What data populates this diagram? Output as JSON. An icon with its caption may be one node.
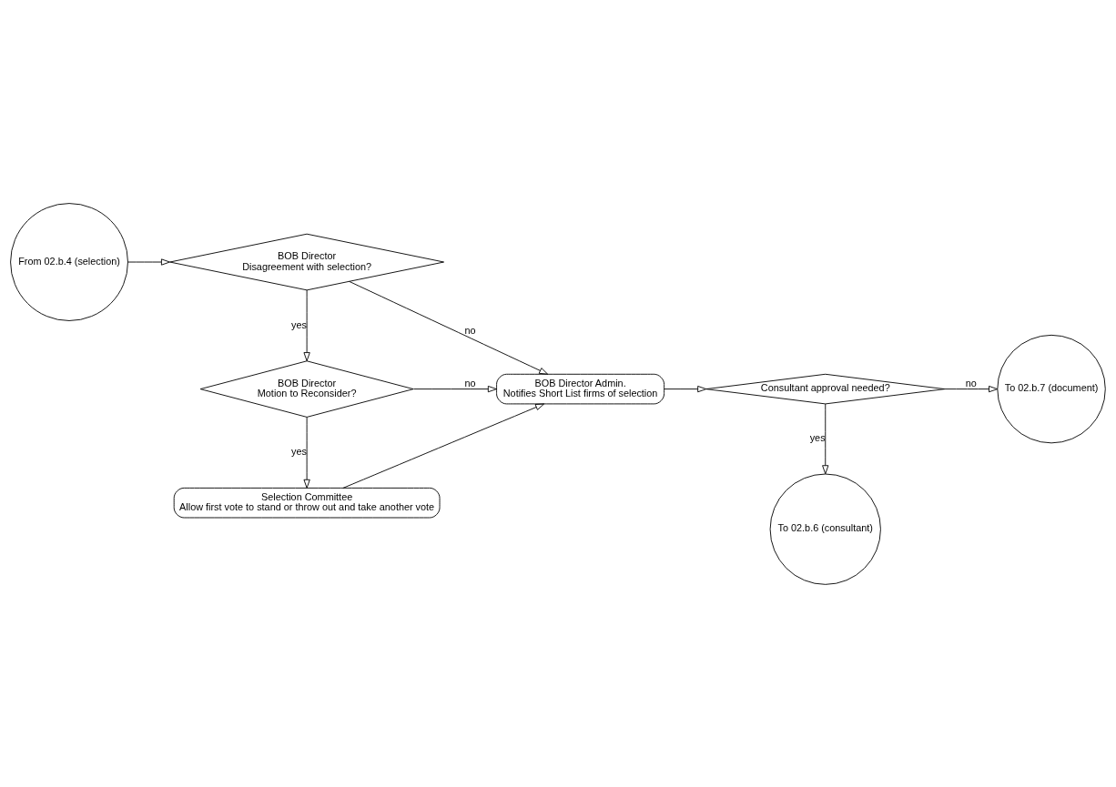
{
  "diagram": {
    "nodes": [
      {
        "text": [
          "From 02.b.4 (selection)"
        ]
      },
      {
        "text": [
          "BOB Director",
          "Disagreement with selection?"
        ]
      },
      {
        "text": [
          "BOB Director Admin.",
          "Notifies Short List firms of selection"
        ]
      },
      {
        "text": [
          "Consultant approval needed?"
        ]
      },
      {
        "text": [
          "To 02.b.7 (document)"
        ]
      },
      {
        "text": [
          "BOB Director",
          "Motion to Reconsider?"
        ]
      },
      {
        "text": [
          "To 02.b.6 (consultant)"
        ]
      },
      {
        "text": [
          "Selection Committee",
          "Allow first vote to stand or throw out and take another vote"
        ]
      }
    ],
    "edges": [
      {
        "from": 0,
        "to": 1,
        "arrow": "to"
      },
      {
        "from": 1,
        "to": 2,
        "arrow": "to",
        "label": "no"
      },
      {
        "from": 1,
        "to": 5,
        "arrow": "to",
        "label": "yes"
      },
      {
        "from": 5,
        "to": 2,
        "arrow": "to",
        "label": "no"
      },
      {
        "from": 5,
        "to": 7,
        "arrow": "to",
        "label": "yes"
      },
      {
        "from": 7,
        "to": 2,
        "arrow": "to"
      },
      {
        "from": 2,
        "to": 3,
        "arrow": "to"
      },
      {
        "from": 3,
        "to": 4,
        "arrow": "to",
        "label": "no"
      },
      {
        "from": 3,
        "to": 6,
        "arrow": "to",
        "label": "yes"
      }
    ]
  }
}
